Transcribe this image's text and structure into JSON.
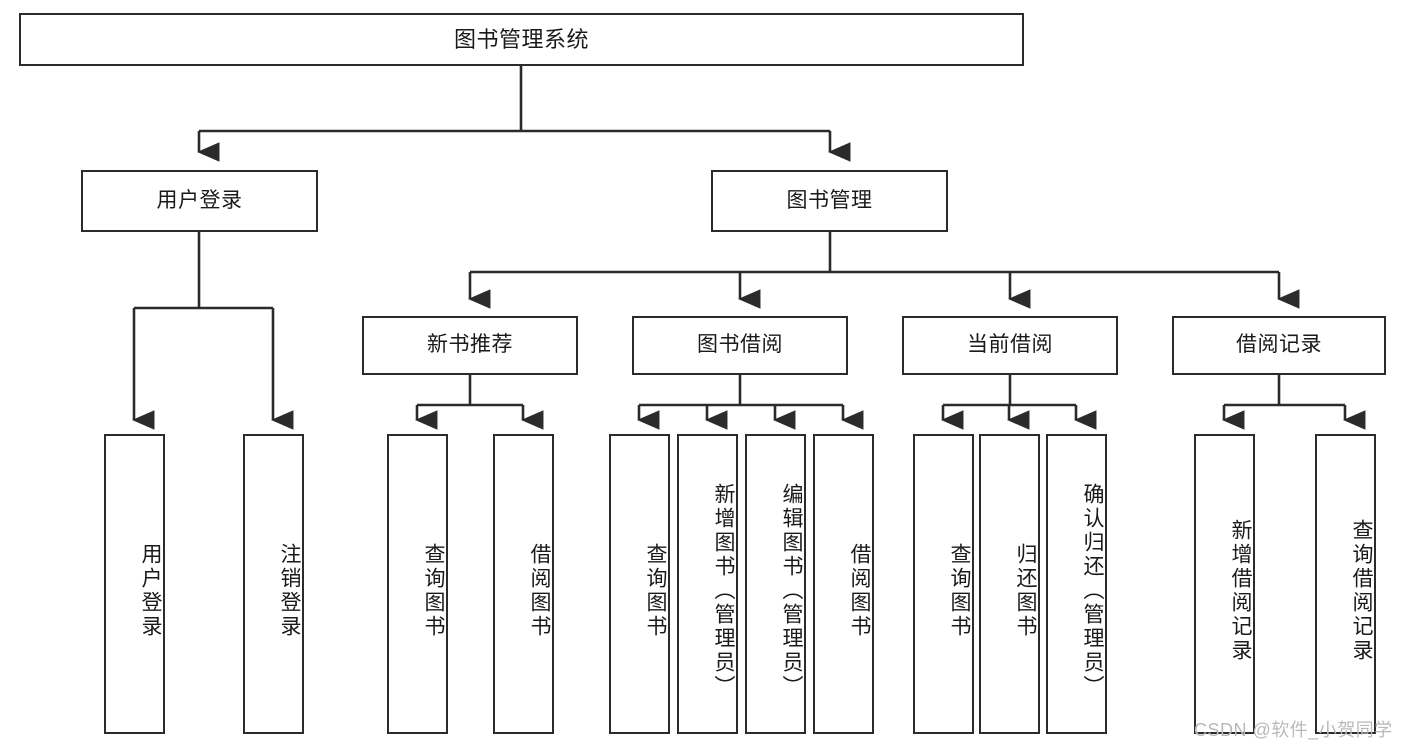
{
  "diagram": {
    "title": "图书管理系统",
    "type": "tree",
    "watermark": "CSDN @软件_小贺同学",
    "colors": {
      "border": "#2b2b2b",
      "text": "#1a1a1a",
      "background": "#ffffff",
      "wire": "#2b2b2b",
      "watermark": "#b9b9b9"
    },
    "nodes": {
      "root": {
        "label": "图书管理系统"
      },
      "level2": [
        {
          "label": "用户登录"
        },
        {
          "label": "图书管理"
        }
      ],
      "level3": [
        {
          "label": "新书推荐"
        },
        {
          "label": "图书借阅"
        },
        {
          "label": "当前借阅"
        },
        {
          "label": "借阅记录"
        }
      ],
      "leaves": {
        "user_login": [
          {
            "label": "用户登录"
          },
          {
            "label": "注销登录"
          }
        ],
        "new_book": [
          {
            "label": "查询图书"
          },
          {
            "label": "借阅图书"
          }
        ],
        "book_borrow": [
          {
            "label": "查询图书"
          },
          {
            "label": "新增图书（管理员）"
          },
          {
            "label": "编辑图书（管理员）"
          },
          {
            "label": "借阅图书"
          }
        ],
        "current_borrow": [
          {
            "label": "查询图书"
          },
          {
            "label": "归还图书"
          },
          {
            "label": "确认归还（管理员）"
          }
        ],
        "borrow_record": [
          {
            "label": "新增借阅记录"
          },
          {
            "label": "查询借阅记录"
          }
        ]
      }
    }
  }
}
